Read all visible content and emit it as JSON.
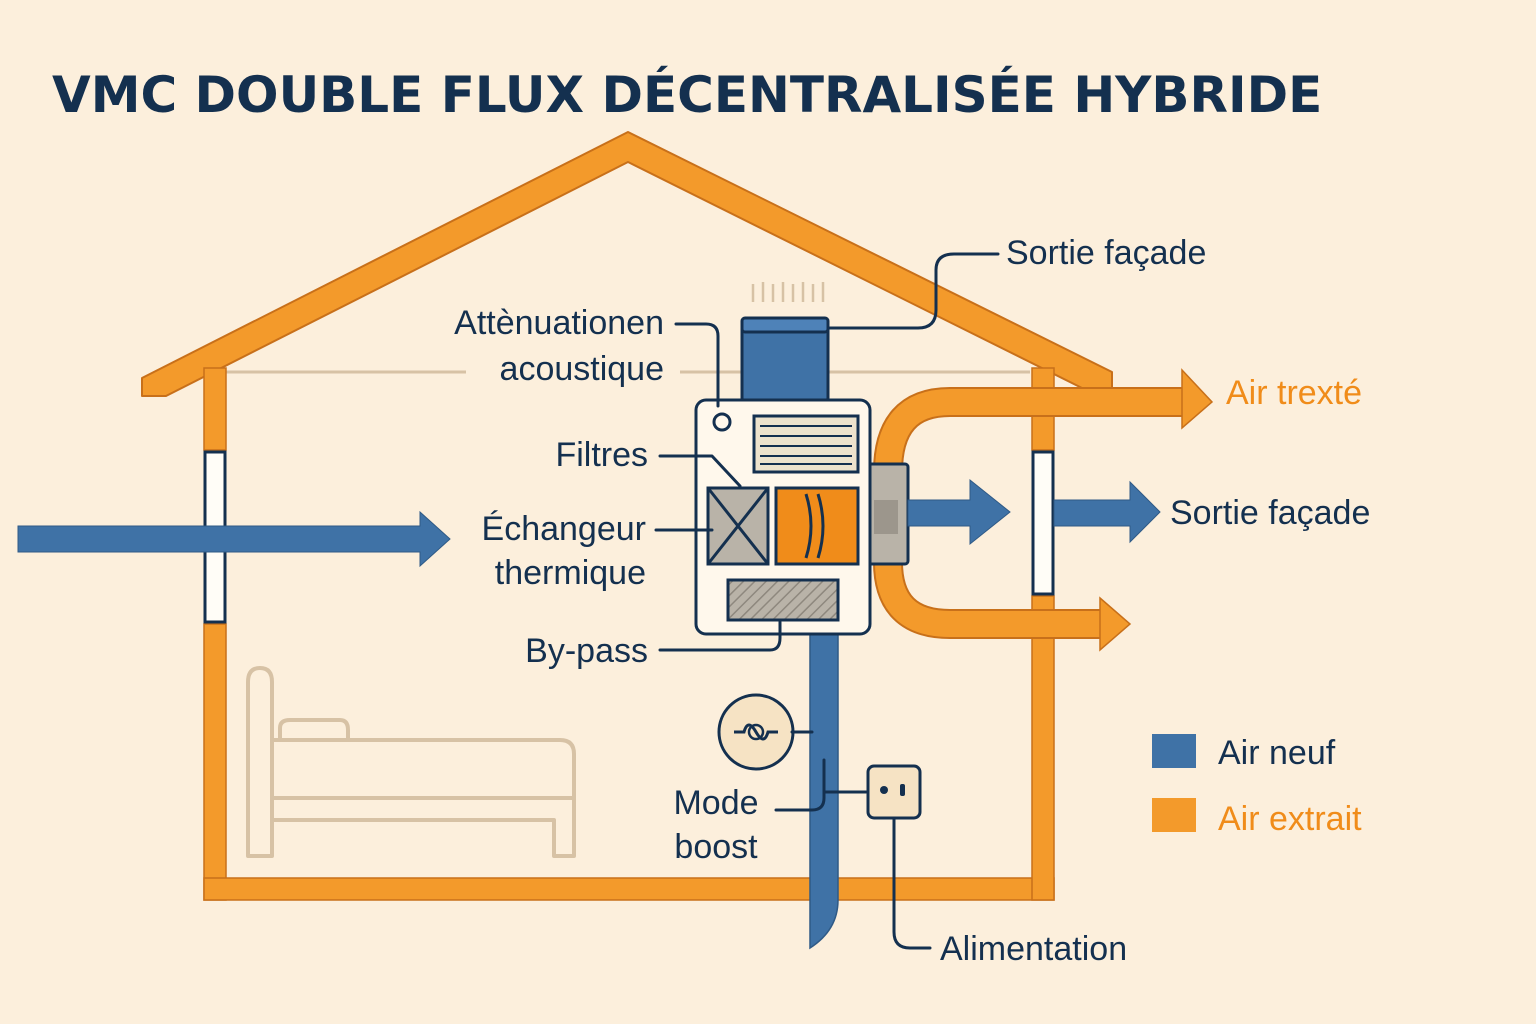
{
  "title": "VMC DOUBLE FLUX DÉCENTRALISÉE HYBRIDE",
  "labels": {
    "sortie_facade_top": "Sortie façade",
    "attenuation_line1": "Attènuationen",
    "attenuation_line2": "acoustique",
    "air_traite": "Air trexté",
    "filtres": "Filtres",
    "echangeur_line1": "Échangeur",
    "echangeur_line2": "thermique",
    "sortie_facade_right": "Sortie façade",
    "bypass": "By-pass",
    "mode_boost_line1": "Mode",
    "mode_boost_line2": "boost",
    "alimentation": "Alimentation"
  },
  "legend": {
    "items": [
      {
        "label": "Air neuf",
        "color": "#3F72A6"
      },
      {
        "label": "Air extrait",
        "color": "#F39A2B"
      }
    ]
  },
  "colors": {
    "background": "#FCEFDC",
    "navy": "#14304F",
    "fresh_air_blue": "#3F72A6",
    "extract_orange": "#F39A2B",
    "house_orange": "#F39A2B",
    "furniture_tan": "#D7C2A5"
  },
  "icons": {
    "fan": "fan-icon",
    "switch": "wall-switch-icon",
    "bed": "bed-icon",
    "filter": "filter-icon",
    "exchanger": "heat-exchanger-icon",
    "acoustic": "acoustic-baffle-icon"
  }
}
